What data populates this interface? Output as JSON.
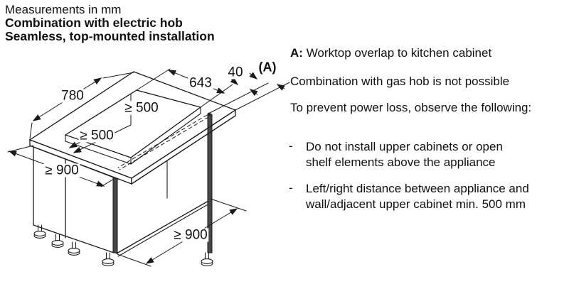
{
  "header": {
    "line1": "Measurements in mm",
    "line2": "Combination with electric hob",
    "line3": "Seamless, top-mounted installation"
  },
  "dimensions": {
    "worktop_depth": "780",
    "cutout_width": "643",
    "edge_gap": "40",
    "overlap_ref": "(A)",
    "clearance_back": "≥ 500",
    "clearance_front": "≥ 500",
    "cabinet_width": "≥ 900",
    "cabinet_depth": "≥ 900"
  },
  "notes": {
    "a_prefix": "A:",
    "a_text": "Worktop overlap to kitchen cabinet",
    "gas": "Combination with gas hob is not possible",
    "power": "To prevent power loss, observe the following:",
    "bullets": [
      {
        "marker": "-",
        "line1": "Do not install upper cabinets or open",
        "line2": "shelf elements above the appliance"
      },
      {
        "marker": "-",
        "line1": "Left/right distance between appliance and",
        "line2": "wall/adjacent upper cabinet min. 500 mm"
      }
    ]
  },
  "colors": {
    "line": "#1a1a1a",
    "panel_dark": "#474747",
    "background": "#ffffff"
  }
}
